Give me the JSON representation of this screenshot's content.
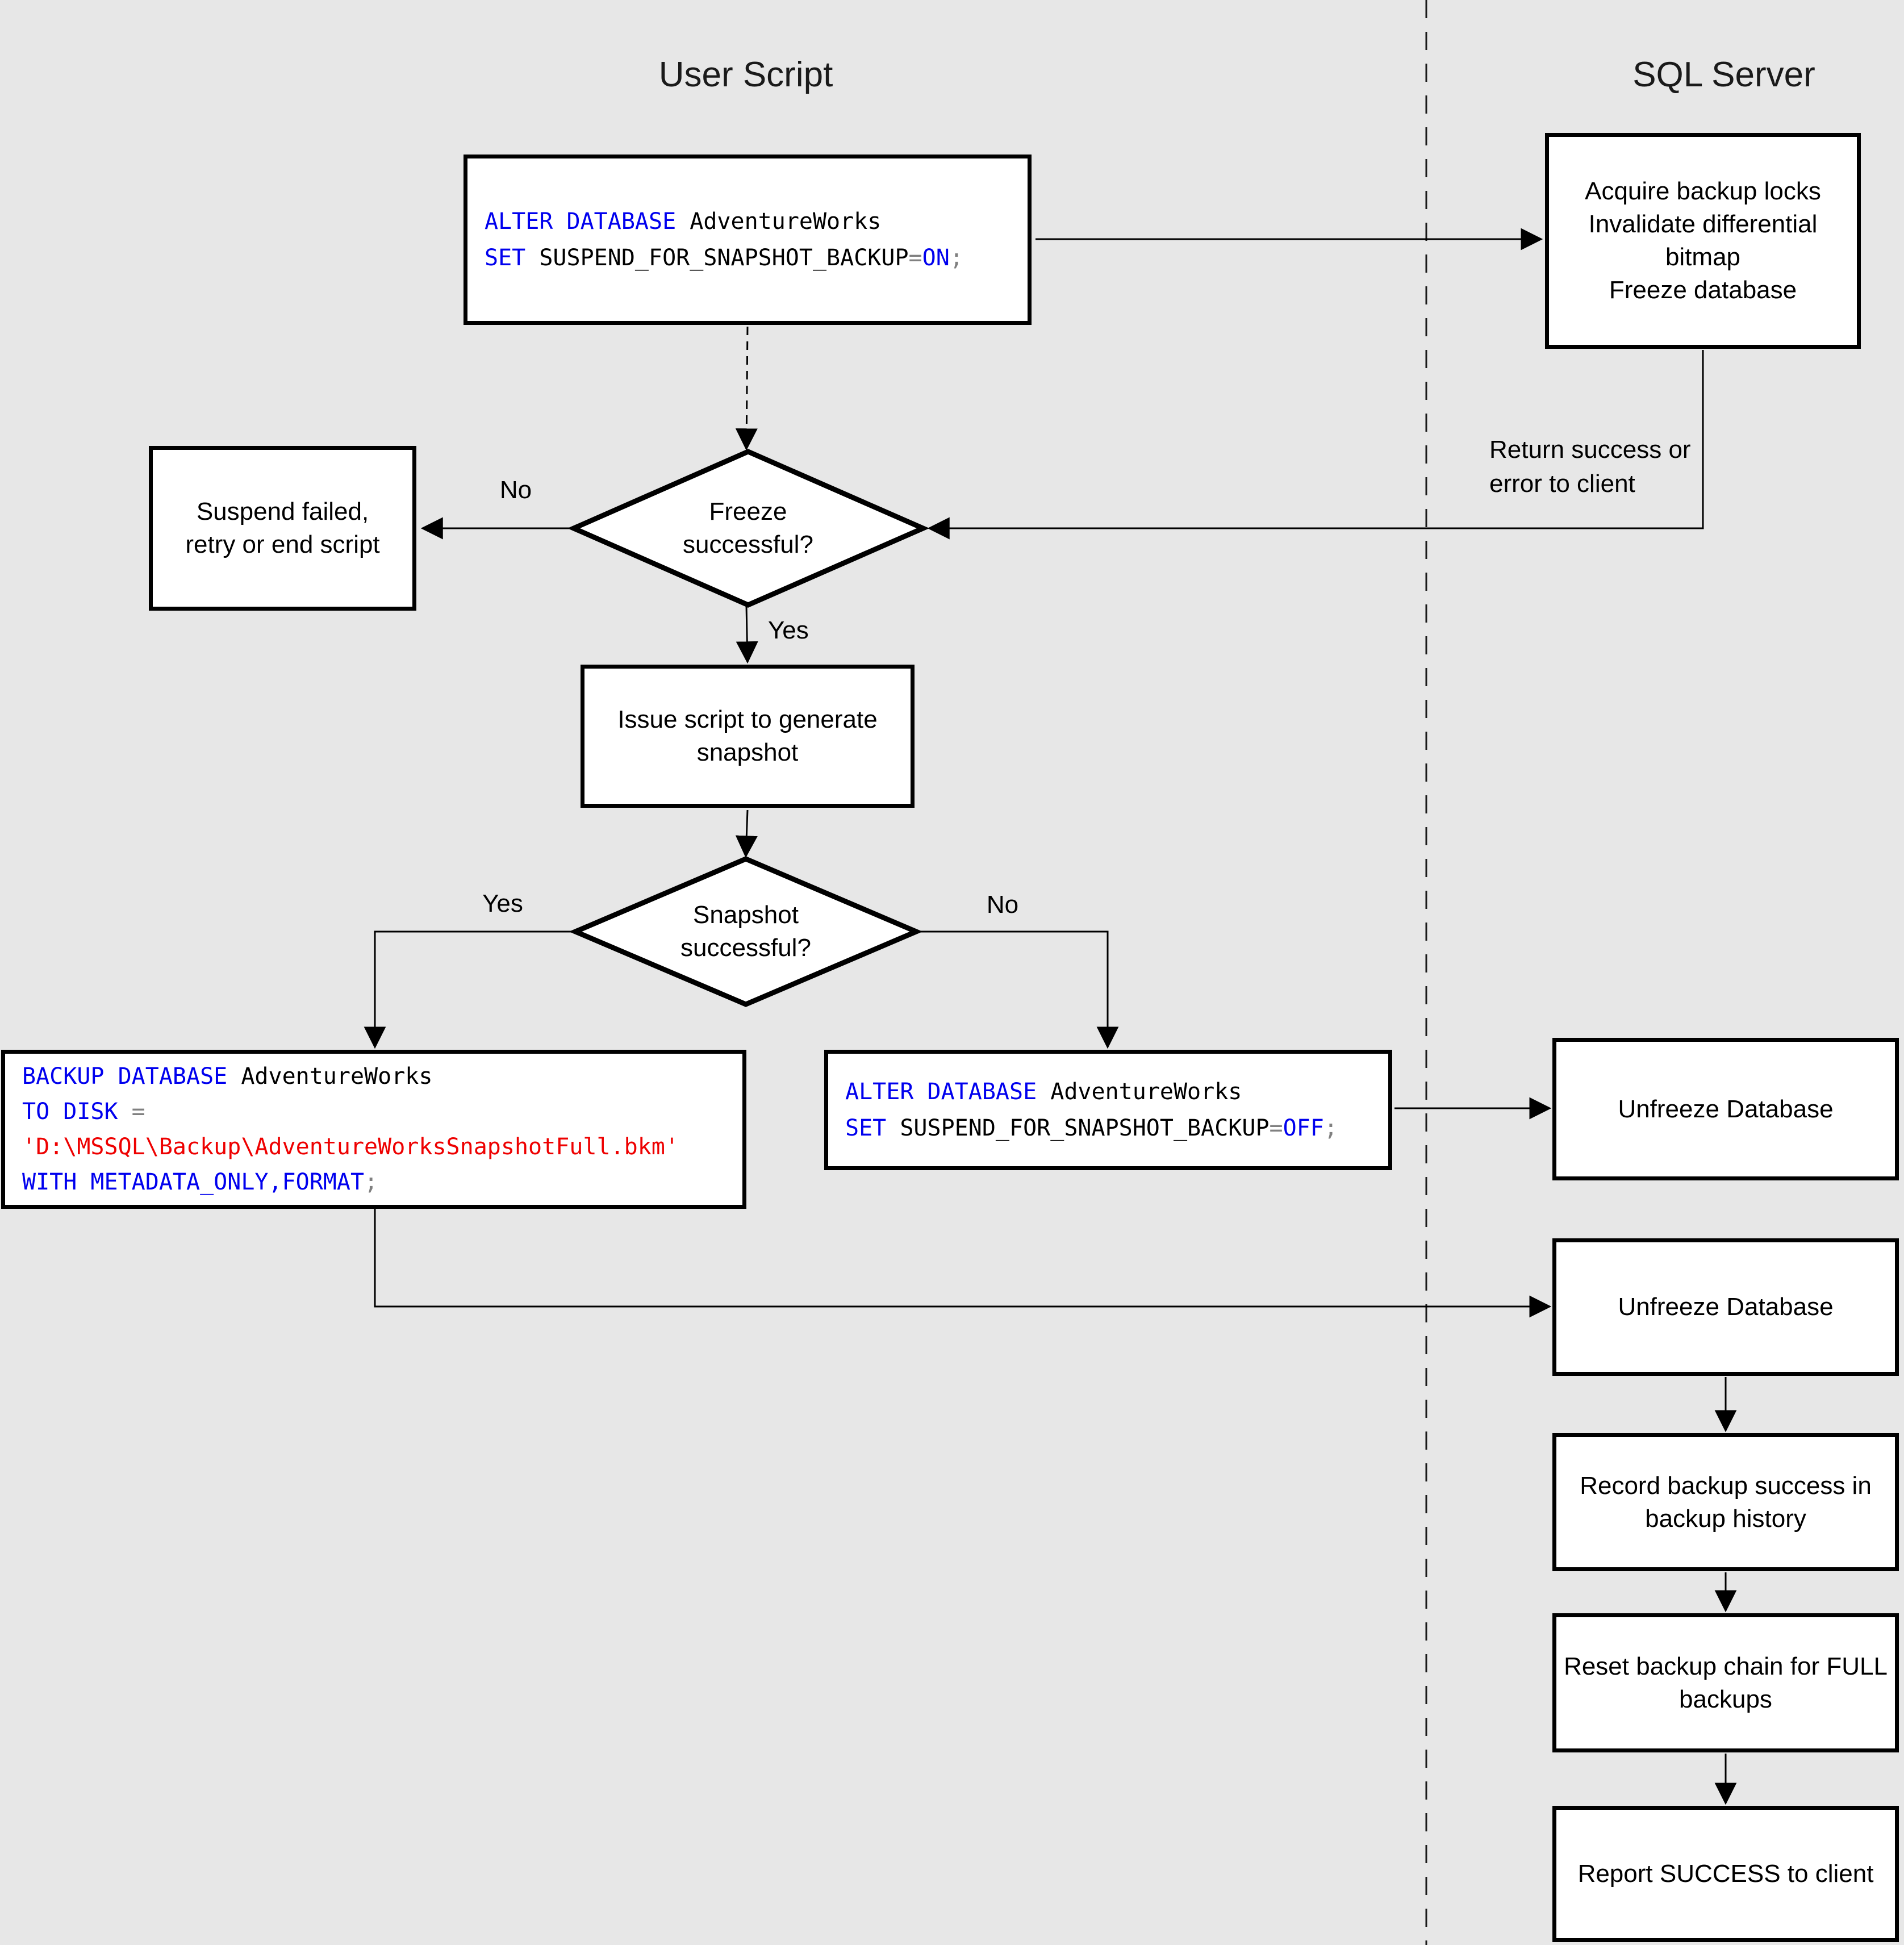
{
  "titles": {
    "left_lane": "User Script",
    "right_lane": "SQL Server"
  },
  "colors": {
    "background": "#e7e7e7",
    "box_fill": "#ffffff",
    "box_border": "#000000",
    "keyword_blue": "#0000ee",
    "string_red": "#ee0000",
    "operator_gray": "#808080"
  },
  "nodes": {
    "code_suspend_on": {
      "l1_kw": "ALTER DATABASE",
      "l1_id": " AdventureWorks",
      "l2_kw": "SET",
      "l2_id": " SUSPEND_FOR_SNAPSHOT_BACKUP",
      "l2_op": "=",
      "l2_kw2": "ON",
      "l2_sc": ";"
    },
    "acquire": [
      "Acquire backup locks",
      "Invalidate differential",
      "bitmap",
      "Freeze database"
    ],
    "return_note": [
      "Return success or",
      "error to client"
    ],
    "suspend_failed": [
      "Suspend failed,",
      "retry or end script"
    ],
    "freeze_decision": [
      "Freeze",
      "successful?"
    ],
    "issue_script": [
      "Issue script to generate",
      "snapshot"
    ],
    "snapshot_decision": [
      "Snapshot",
      "successful?"
    ],
    "code_backup": {
      "l1_kw": "BACKUP DATABASE",
      "l1_id": " AdventureWorks",
      "l2_kw": "TO DISK",
      "l2_op": " =",
      "l3_str": "'D:\\MSSQL\\Backup\\AdventureWorksSnapshotFull.bkm'",
      "l4_kw": "WITH METADATA_ONLY,FORMAT",
      "l4_sc": ";"
    },
    "code_suspend_off": {
      "l1_kw": "ALTER DATABASE",
      "l1_id": " AdventureWorks",
      "l2_kw": "SET",
      "l2_id": " SUSPEND_FOR_SNAPSHOT_BACKUP",
      "l2_op": "=",
      "l2_kw2": "OFF",
      "l2_sc": ";"
    },
    "unfreeze_1": "Unfreeze Database",
    "unfreeze_2": "Unfreeze Database",
    "record_history": [
      "Record backup success in",
      "backup history"
    ],
    "reset_chain": [
      "Reset backup chain for FULL",
      "backups"
    ],
    "report_success": "Report SUCCESS to client"
  },
  "edge_labels": {
    "freeze_no": "No",
    "freeze_yes": "Yes",
    "snapshot_yes": "Yes",
    "snapshot_no": "No"
  }
}
